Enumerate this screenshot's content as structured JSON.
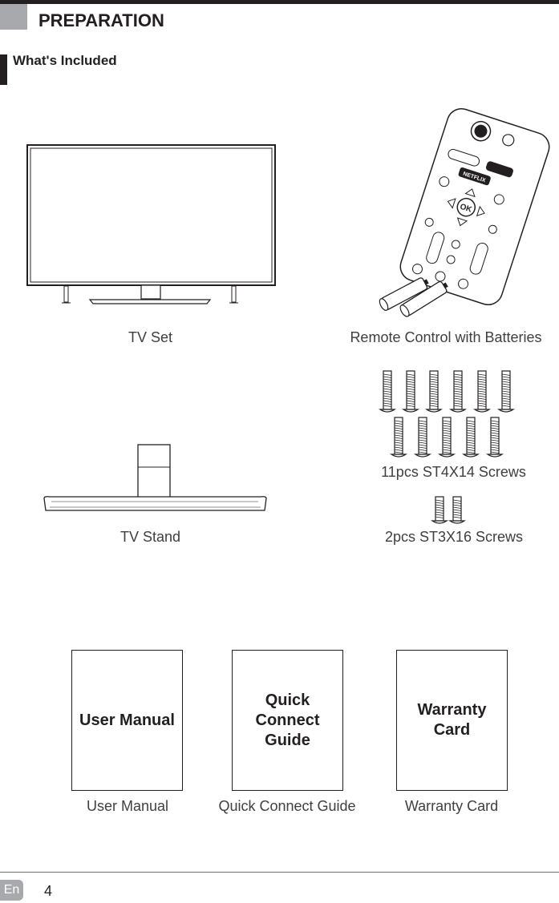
{
  "header": {
    "title": "PREPARATION"
  },
  "section": {
    "title": "What's Included"
  },
  "items": {
    "tv_set": "TV Set",
    "remote": "Remote Control with Batteries",
    "screws_11": "11pcs ST4X14 Screws",
    "tv_stand": "TV Stand",
    "screws_2": "2pcs ST3X16 Screws",
    "user_manual": "User Manual",
    "quick_connect": "Quick Connect Guide",
    "warranty": "Warranty Card"
  },
  "documents": {
    "user_manual_cover": "User Manual",
    "quick_connect_cover": "Quick Connect Guide",
    "warranty_cover": "Warranty Card"
  },
  "remote_buttons": {
    "ok": "OK",
    "brand": "NETFLIX"
  },
  "footer": {
    "language": "En",
    "page_number": "4"
  }
}
